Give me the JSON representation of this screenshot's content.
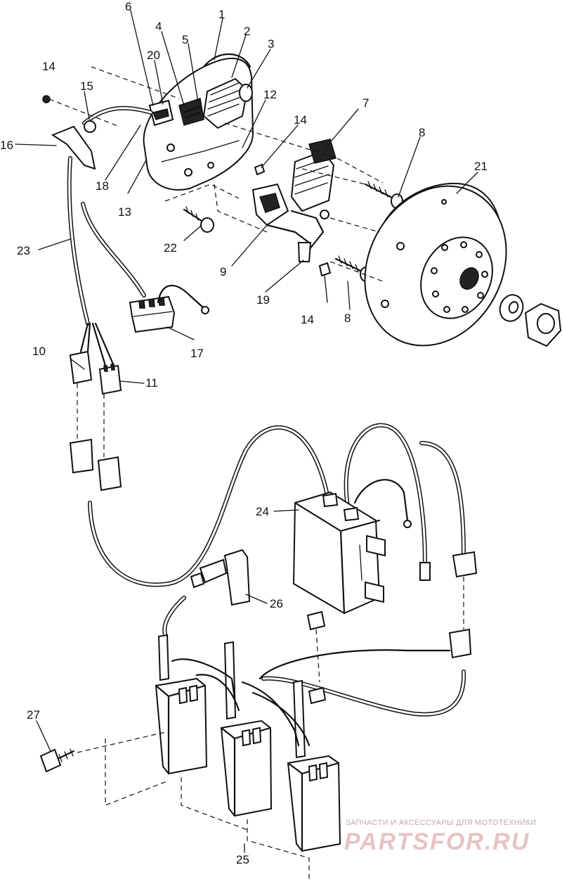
{
  "callouts": [
    {
      "id": "1",
      "text": "1"
    },
    {
      "id": "2",
      "text": "2"
    },
    {
      "id": "3",
      "text": "3"
    },
    {
      "id": "4",
      "text": "4"
    },
    {
      "id": "5",
      "text": "5"
    },
    {
      "id": "6",
      "text": "6"
    },
    {
      "id": "7",
      "text": "7"
    },
    {
      "id": "8a",
      "text": "8"
    },
    {
      "id": "8b",
      "text": "8"
    },
    {
      "id": "9",
      "text": "9"
    },
    {
      "id": "10",
      "text": "10"
    },
    {
      "id": "11",
      "text": "11"
    },
    {
      "id": "12",
      "text": "12"
    },
    {
      "id": "13",
      "text": "13"
    },
    {
      "id": "14a",
      "text": "14"
    },
    {
      "id": "14b",
      "text": "14"
    },
    {
      "id": "14c",
      "text": "14"
    },
    {
      "id": "15",
      "text": "15"
    },
    {
      "id": "16",
      "text": "16"
    },
    {
      "id": "17",
      "text": "17"
    },
    {
      "id": "18",
      "text": "18"
    },
    {
      "id": "19",
      "text": "19"
    },
    {
      "id": "20",
      "text": "20"
    },
    {
      "id": "21",
      "text": "21"
    },
    {
      "id": "22",
      "text": "22"
    },
    {
      "id": "23",
      "text": "23"
    },
    {
      "id": "24",
      "text": "24"
    },
    {
      "id": "25",
      "text": "25"
    },
    {
      "id": "26",
      "text": "26"
    },
    {
      "id": "27",
      "text": "27"
    }
  ],
  "watermark": {
    "tagline": "ЗАПЧАСТИ И АКСЕССУАРЫ ДЛЯ МОТОТЕХНИКИ",
    "brand": "PARTSFOR.RU",
    "color": "#e7c3c3"
  }
}
